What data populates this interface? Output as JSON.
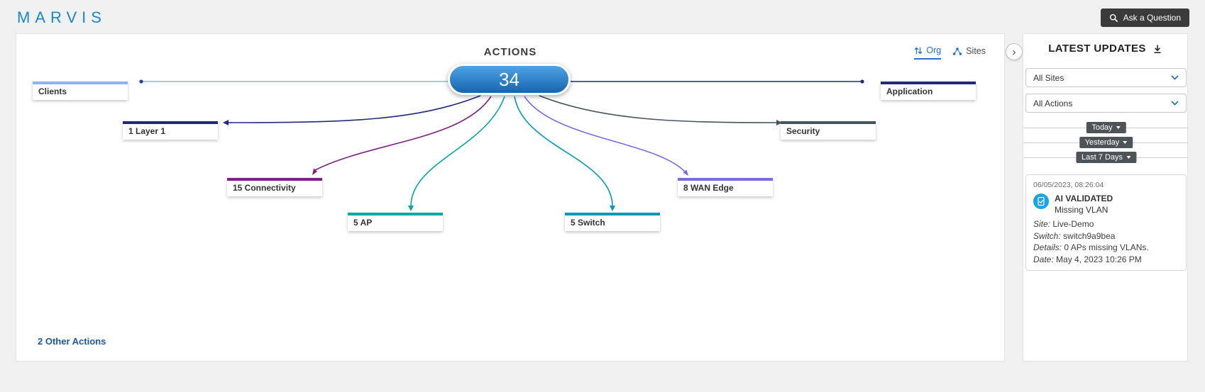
{
  "header": {
    "logo": "MARVIS",
    "ask_question": "Ask a Question"
  },
  "icons": {
    "search": "magnifier",
    "org": "up-down-arrows",
    "sites": "site-hierarchy",
    "download": "download-arrow",
    "chevron_down": "chevron-down",
    "expand_glyph": "›",
    "ai_validated": "document-check-circle"
  },
  "colors": {
    "brand_blue": "#1b86c8",
    "accent_blue": "#1f73d2",
    "link_blue": "#1958a8",
    "ask_button_dark": "#3b3b3b",
    "time_button_dark": "#4e5358",
    "pill_gradient_top": "#4fa3e3",
    "pill_gradient_bottom": "#1565af",
    "clients_dot": "#2d3a9e",
    "ai_icon_blue": "#18a5e8"
  },
  "actions": {
    "title": "ACTIONS",
    "total": "34",
    "org_toggle": "Org",
    "sites_toggle": "Sites",
    "other_actions": "2 Other Actions",
    "categories": [
      {
        "label": "Clients",
        "name": "Clients",
        "count": null,
        "color": "#8fb3f2"
      },
      {
        "label": "Application",
        "name": "Application",
        "count": null,
        "color": "#232a7c"
      },
      {
        "label": "1 Layer 1",
        "name": "Layer 1",
        "count": 1,
        "color": "#232a7c"
      },
      {
        "label": "Security",
        "name": "Security",
        "count": null,
        "color": "#44555e"
      },
      {
        "label": "15 Connectivity",
        "name": "Connectivity",
        "count": 15,
        "color": "#7b2382"
      },
      {
        "label": "5 AP",
        "name": "AP",
        "count": 5,
        "color": "#00a9a5"
      },
      {
        "label": "5 Switch",
        "name": "Switch",
        "count": 5,
        "color": "#0099bb"
      },
      {
        "label": "8 WAN Edge",
        "name": "WAN Edge",
        "count": 8,
        "color": "#7a6ae8"
      }
    ]
  },
  "sidebar": {
    "title": "LATEST UPDATES",
    "site_filter": "All Sites",
    "action_filter": "All Actions",
    "time_filters": [
      "Today",
      "Yesterday",
      "Last 7 Days"
    ],
    "update": {
      "timestamp": "06/05/2023, 08:26:04",
      "badge": "AI VALIDATED",
      "name": "Missing VLAN",
      "fields": [
        {
          "label": "Site:",
          "value": "Live-Demo"
        },
        {
          "label": "Switch:",
          "value": "switch9a9bea"
        },
        {
          "label": "Details:",
          "value": "0 APs missing VLANs."
        },
        {
          "label": "Date:",
          "value": "May 4, 2023 10:26 PM"
        }
      ]
    }
  }
}
